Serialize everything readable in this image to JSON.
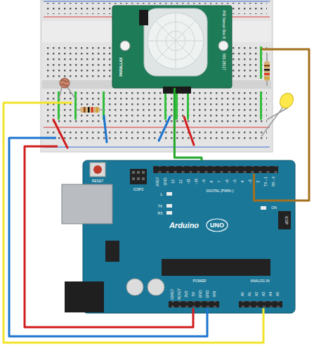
{
  "diagram": {
    "nodes": [
      {
        "text": [
          "PARALLAX",
          "PIR Sensor Rev B",
          "555-28027"
        ]
      },
      {
        "text": [
          "RESET",
          "ICSP2",
          "L",
          "TX",
          "RX",
          "Arduino",
          "UNO",
          "ON",
          "ICSP",
          "DIGITAL (PWM~)",
          "POWER",
          "ANALOG IN"
        ]
      }
    ],
    "edges": [
      {
        "from": 0,
        "to": 1,
        "arrow": "none"
      }
    ],
    "labels": [
      "AREF",
      "GND",
      "13",
      "12",
      "~11",
      "~10",
      "~9",
      "8",
      "7",
      "~6",
      "~5",
      "4",
      "~3",
      "2",
      "TX→1",
      "RX←0",
      "IOREF",
      "RESET",
      "3V3",
      "5V",
      "GND",
      "GND",
      "VIN",
      "A0",
      "A1",
      "A2",
      "A3",
      "A4",
      "A5"
    ]
  }
}
